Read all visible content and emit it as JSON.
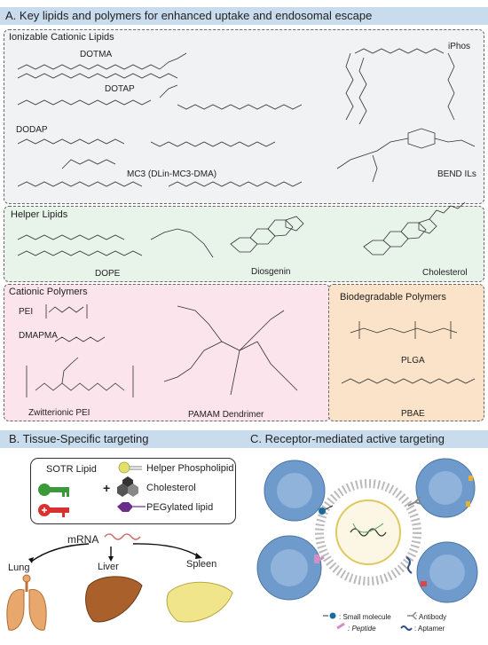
{
  "section_a": {
    "header": "A. Key lipids and polymers for enhanced uptake and endosomal escape",
    "ionizable": {
      "title": "Ionizable Cationic Lipids",
      "labels": [
        "DOTMA",
        "DOTAP",
        "DODAP",
        "MC3 (DLin-MC3-DMA)",
        "iPhos",
        "BEND ILs"
      ]
    },
    "helper": {
      "title": "Helper Lipids",
      "labels": [
        "DOPE",
        "Diosgenin",
        "Cholesterol"
      ]
    },
    "cationic_polymers": {
      "title": "Cationic Polymers",
      "labels": [
        "PEI",
        "DMAPMA",
        "Zwitterionic PEI",
        "PAMAM Dendrimer"
      ]
    },
    "biodegradable": {
      "title": "Biodegradable Polymers",
      "labels": [
        "PLGA",
        "PBAE"
      ]
    }
  },
  "section_b": {
    "header": "B. Tissue-Specific targeting",
    "components": [
      "SOTR Lipid",
      "Helper Phospholipid",
      "Cholesterol",
      "PEGylated lipid"
    ],
    "plus": "+",
    "mrna": "mRNA",
    "organs": [
      "Lung",
      "Liver",
      "Spleen"
    ]
  },
  "section_c": {
    "header": "C. Receptor-mediated active targeting",
    "legend": [
      ": Small molecule",
      ": Antibody",
      ": Peptide",
      ": Aptamer"
    ]
  },
  "colors": {
    "header_bg": "#c9dced",
    "ionizable_bg": "#f1f2f3",
    "helper_bg": "#e8f3ea",
    "cationic_bg": "#fbe4ec",
    "biodegradable_bg": "#fbe3c9",
    "cell": "#6e9bcc",
    "lung": "#e8a86d",
    "liver": "#a9602a",
    "spleen": "#f0e58a"
  }
}
